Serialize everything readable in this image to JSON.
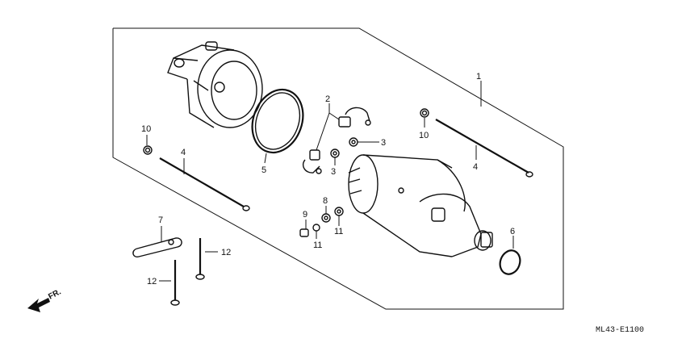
{
  "callouts": {
    "c1": "1",
    "c2": "2",
    "c3a": "3",
    "c3b": "3",
    "c4a": "4",
    "c4b": "4",
    "c5": "5",
    "c6": "6",
    "c7": "7",
    "c8": "8",
    "c9": "9",
    "c10a": "10",
    "c10b": "10",
    "c11a": "11",
    "c11b": "11",
    "c12a": "12",
    "c12b": "12"
  },
  "direction_label": "FR.",
  "diagram_code": "ML43-E1100"
}
